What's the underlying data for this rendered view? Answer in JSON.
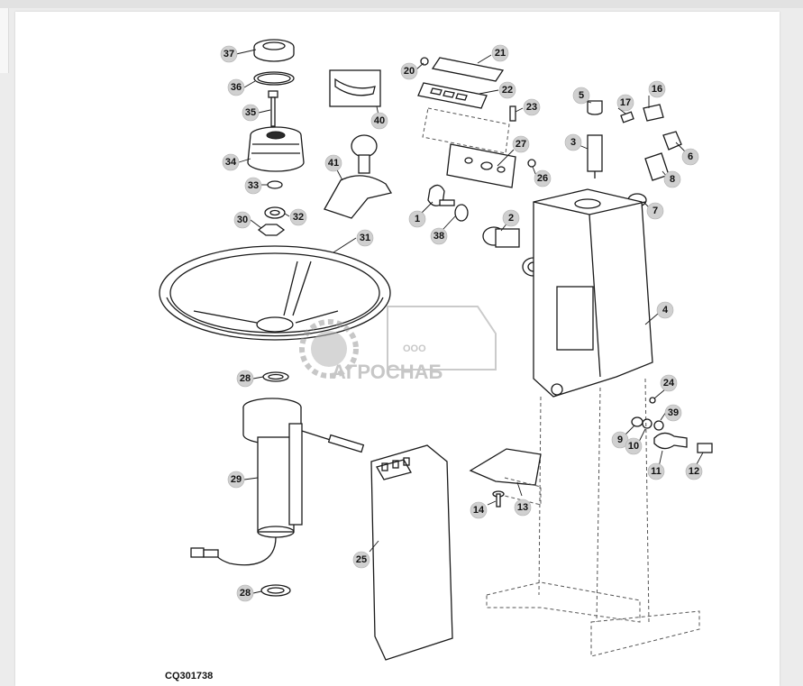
{
  "figure": {
    "code": "CQ301738",
    "callouts": [
      {
        "n": "37"
      },
      {
        "n": "36"
      },
      {
        "n": "35"
      },
      {
        "n": "34"
      },
      {
        "n": "33"
      },
      {
        "n": "30"
      },
      {
        "n": "32"
      },
      {
        "n": "31"
      },
      {
        "n": "28"
      },
      {
        "n": "29"
      },
      {
        "n": "28"
      },
      {
        "n": "40"
      },
      {
        "n": "41"
      },
      {
        "n": "20"
      },
      {
        "n": "21"
      },
      {
        "n": "22"
      },
      {
        "n": "23"
      },
      {
        "n": "27"
      },
      {
        "n": "26"
      },
      {
        "n": "1"
      },
      {
        "n": "38"
      },
      {
        "n": "2"
      },
      {
        "n": "5"
      },
      {
        "n": "17"
      },
      {
        "n": "16"
      },
      {
        "n": "3"
      },
      {
        "n": "6"
      },
      {
        "n": "8"
      },
      {
        "n": "7"
      },
      {
        "n": "4"
      },
      {
        "n": "24"
      },
      {
        "n": "39"
      },
      {
        "n": "9"
      },
      {
        "n": "10"
      },
      {
        "n": "11"
      },
      {
        "n": "12"
      },
      {
        "n": "14"
      },
      {
        "n": "13"
      },
      {
        "n": "25"
      }
    ]
  },
  "watermark": {
    "company_prefix": "ООО",
    "company_name": "АГРОСНАБ"
  }
}
